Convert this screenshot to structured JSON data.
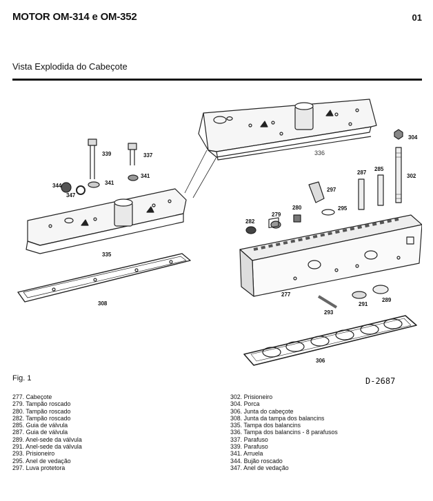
{
  "header": {
    "title": "MOTOR OM-314 e OM-352",
    "page": "01"
  },
  "subtitle": "Vista Explodida do Cabeçote",
  "figure": {
    "label": "Fig. 1",
    "drawing_code": "D-2687",
    "callouts": [
      "277",
      "279",
      "280",
      "282",
      "285",
      "287",
      "289",
      "291",
      "293",
      "295",
      "297",
      "302",
      "304",
      "306",
      "308",
      "335",
      "336",
      "337",
      "339",
      "341",
      "344",
      "347"
    ]
  },
  "legend": {
    "left": [
      "277. Cabeçote",
      "279. Tampão roscado",
      "280. Tampão roscado",
      "282. Tampão roscado",
      "285. Guia de válvula",
      "287. Guia de válvula",
      "289. Anel-sede da válvula",
      "291. Anel-sede da válvula",
      "293. Prisioneiro",
      "295. Anel de vedação",
      "297. Luva protetora"
    ],
    "right": [
      "302. Prisioneiro",
      "304. Porca",
      "306. Junta do cabeçote",
      "308. Junta da tampa dos balancins",
      "335. Tampa dos balancins",
      "336. Tampa dos balancins - 8 parafusos",
      "337. Parafuso",
      "339. Parafuso",
      "341. Arruela",
      "344. Bujão roscado",
      "347. Anel de vedação"
    ]
  }
}
